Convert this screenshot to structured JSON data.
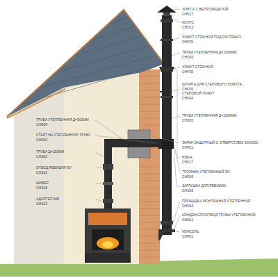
{
  "diagram": {
    "labels": [
      "ЗОНТ-К С ВЕТРОЗАЩИТОЙ",
      "CHS17",
      "КОНУС",
      "CHD12",
      "ХОМУТ СТЯЖНОЙ ПОД РАСТЯЖКУ",
      "CHF09",
      "ТРУБА УТЕПЛЕННАЯ Д=1000ММ",
      "CHD03",
      "ХОМУТ СТЯЖНОЙ",
      "CHF08",
      "ШТАНГА ДЛЯ СТЕНОВОГО ХОМУТА",
      "CHF05",
      "СТЕНОВОЙ ХОМУТ",
      "CHF04",
      "ТРУБА УТЕПЛЕННАЯ Д=1000ММ",
      "CHD03",
      "ЭКРАН ЗАЩИТНЫЙ С ОТВЕРСТИЕМ 500Х500",
      "CHF21",
      "ЮБКА",
      "CHF17",
      "ТРОЙНИК УТЕПЛЕННЫЙ 90°",
      "CHD06",
      "ЗАГЛУШКА ДЛЯ РЕВИЗИИ",
      "CHS26",
      "ПЛОЩАДКА МОНТАЖНАЯ УТЕПЛЕННАЯ",
      "CHD10",
      "КОНДЕНСАТООТВОД ТРУБЫ УТЕПЛЕННОЙ",
      "CHD11",
      "КОНСОЛЬ",
      "CHF01",
      "ТРУБА УТЕПЛЕННАЯ Д=500ММ",
      "CHD04",
      "СТАРТ НА УТЕПЛЕННУЮ ТРУБУ",
      "CHD02",
      "ТРУБА Д=250ММ",
      "CHS03",
      "ОТВОД РЕВИЗИЯ 90°",
      "CHS12",
      "ШИБЕР",
      "CHS18",
      "АДАПТЕР ММ",
      "CHS22"
    ]
  }
}
